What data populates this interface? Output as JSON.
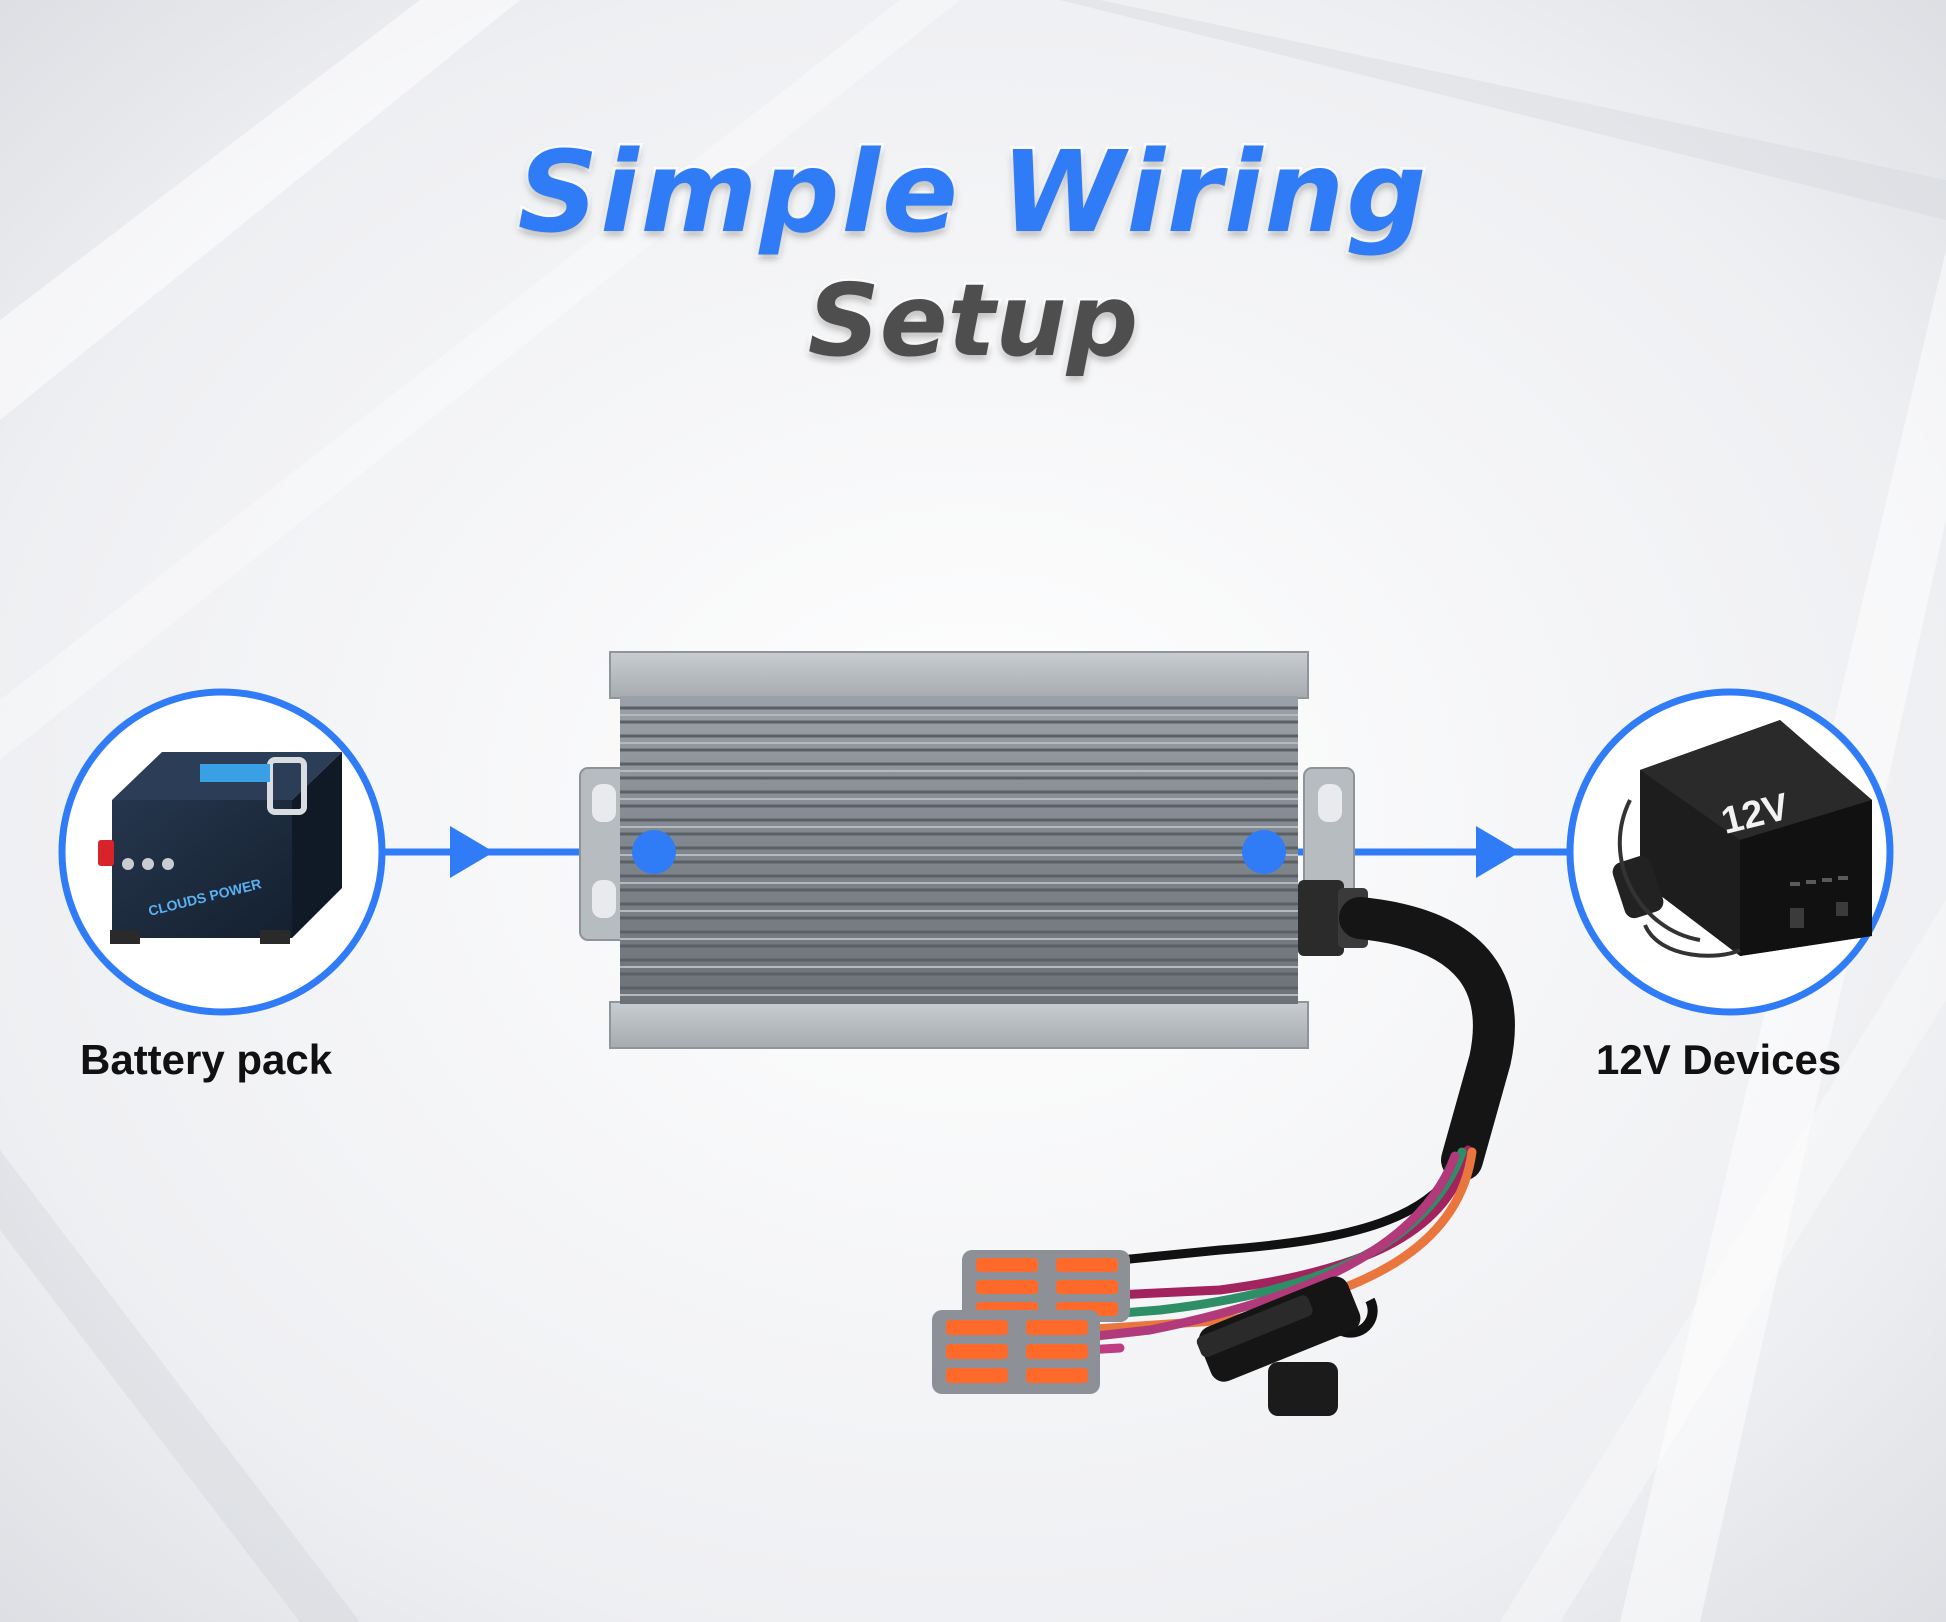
{
  "title": {
    "line1": "Simple Wiring",
    "line2": "Setup"
  },
  "labels": {
    "left": "Battery pack",
    "right": "12V Devices"
  },
  "battery": {
    "brand": "CLOUDS POWER"
  },
  "device": {
    "voltage": "12V"
  },
  "colors": {
    "accent": "#2f7cf6",
    "title_dark": "#4e4e4e",
    "label": "#111111"
  }
}
